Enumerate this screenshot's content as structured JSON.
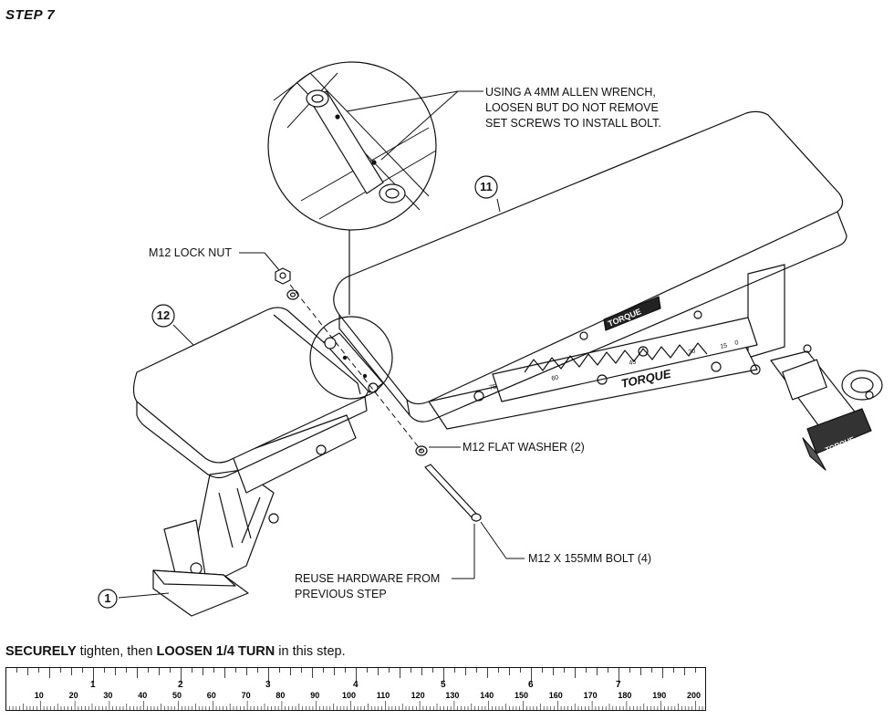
{
  "step_title": "STEP 7",
  "callouts": {
    "allen_wrench": "USING A 4MM ALLEN WRENCH,\nLOOSEN BUT DO NOT REMOVE\nSET SCREWS TO INSTALL BOLT.",
    "lock_nut": "M12 LOCK NUT",
    "flat_washer": "M12 FLAT WASHER (2)",
    "bolt": "M12 X 155MM BOLT (4)",
    "reuse": "REUSE HARDWARE FROM\nPREVIOUS STEP"
  },
  "part_numbers": {
    "backrest": "11",
    "seat": "12",
    "frame": "1"
  },
  "brand_labels": {
    "backrest_badge": "TORQUE",
    "frame_logo": "TORQUE",
    "foot_logo": "TORQUE"
  },
  "frame_angle_labels": [
    "75",
    "60",
    "45",
    "30",
    "15",
    "0"
  ],
  "instruction": {
    "part1_bold": "SECURELY",
    "part2": " tighten, then ",
    "part3_bold": "LOOSEN 1/4 TURN",
    "part4": " in this step."
  },
  "ruler": {
    "mm_labels": [
      "10",
      "20",
      "30",
      "40",
      "50",
      "60",
      "70",
      "80",
      "90",
      "100",
      "110",
      "120",
      "130",
      "140",
      "150",
      "160",
      "170",
      "180",
      "190",
      "200"
    ],
    "inch_labels": [
      "1",
      "2",
      "3",
      "4",
      "5",
      "6",
      "7"
    ]
  }
}
